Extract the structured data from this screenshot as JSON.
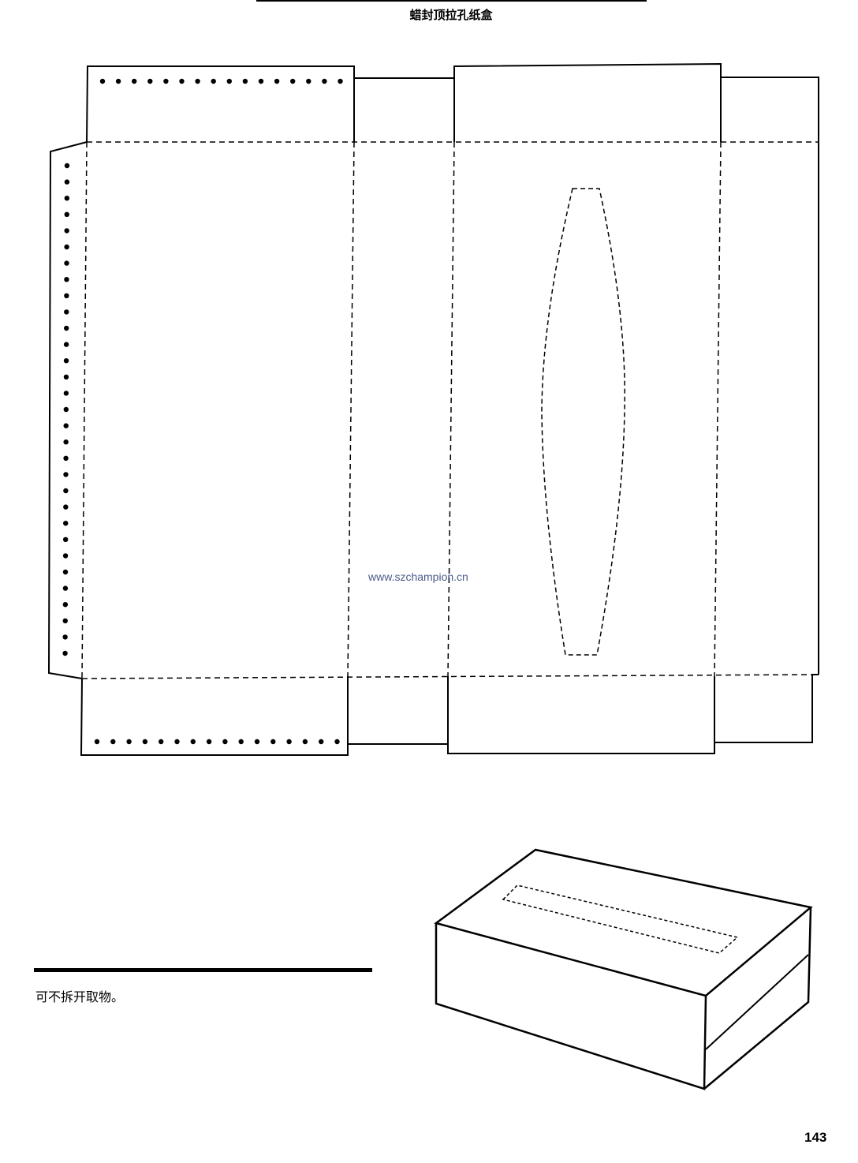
{
  "header": {
    "title": "蜡封顶拉孔纸盒"
  },
  "watermark": "www.szchampion.cn",
  "caption": "可不拆开取物。",
  "page_number": "143"
}
